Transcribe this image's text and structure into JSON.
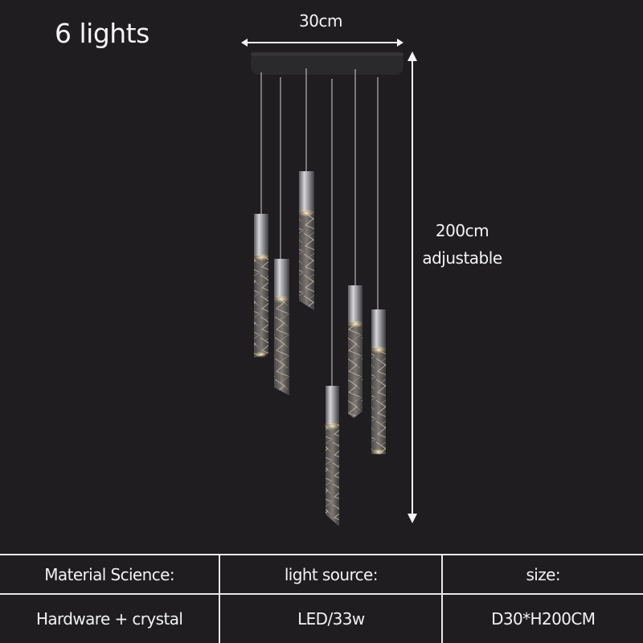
{
  "title": "6 lights",
  "dimensions": {
    "width_label": "30cm",
    "height_label": "200cm",
    "height_note": "adjustable"
  },
  "product": {
    "type": "pendant-chandelier",
    "light_count": 6,
    "canopy_color": "#2a292b",
    "pendant_finish": "chrome + crystal"
  },
  "spec_table": {
    "headers": [
      "Material Science:",
      "light source:",
      "size:"
    ],
    "values": [
      "Hardware + crystal",
      "LED/33w",
      "D30*H200CM"
    ]
  },
  "colors": {
    "background": "#1f1d20",
    "text": "#f2f2f2",
    "lines": "#e8e8e8"
  }
}
